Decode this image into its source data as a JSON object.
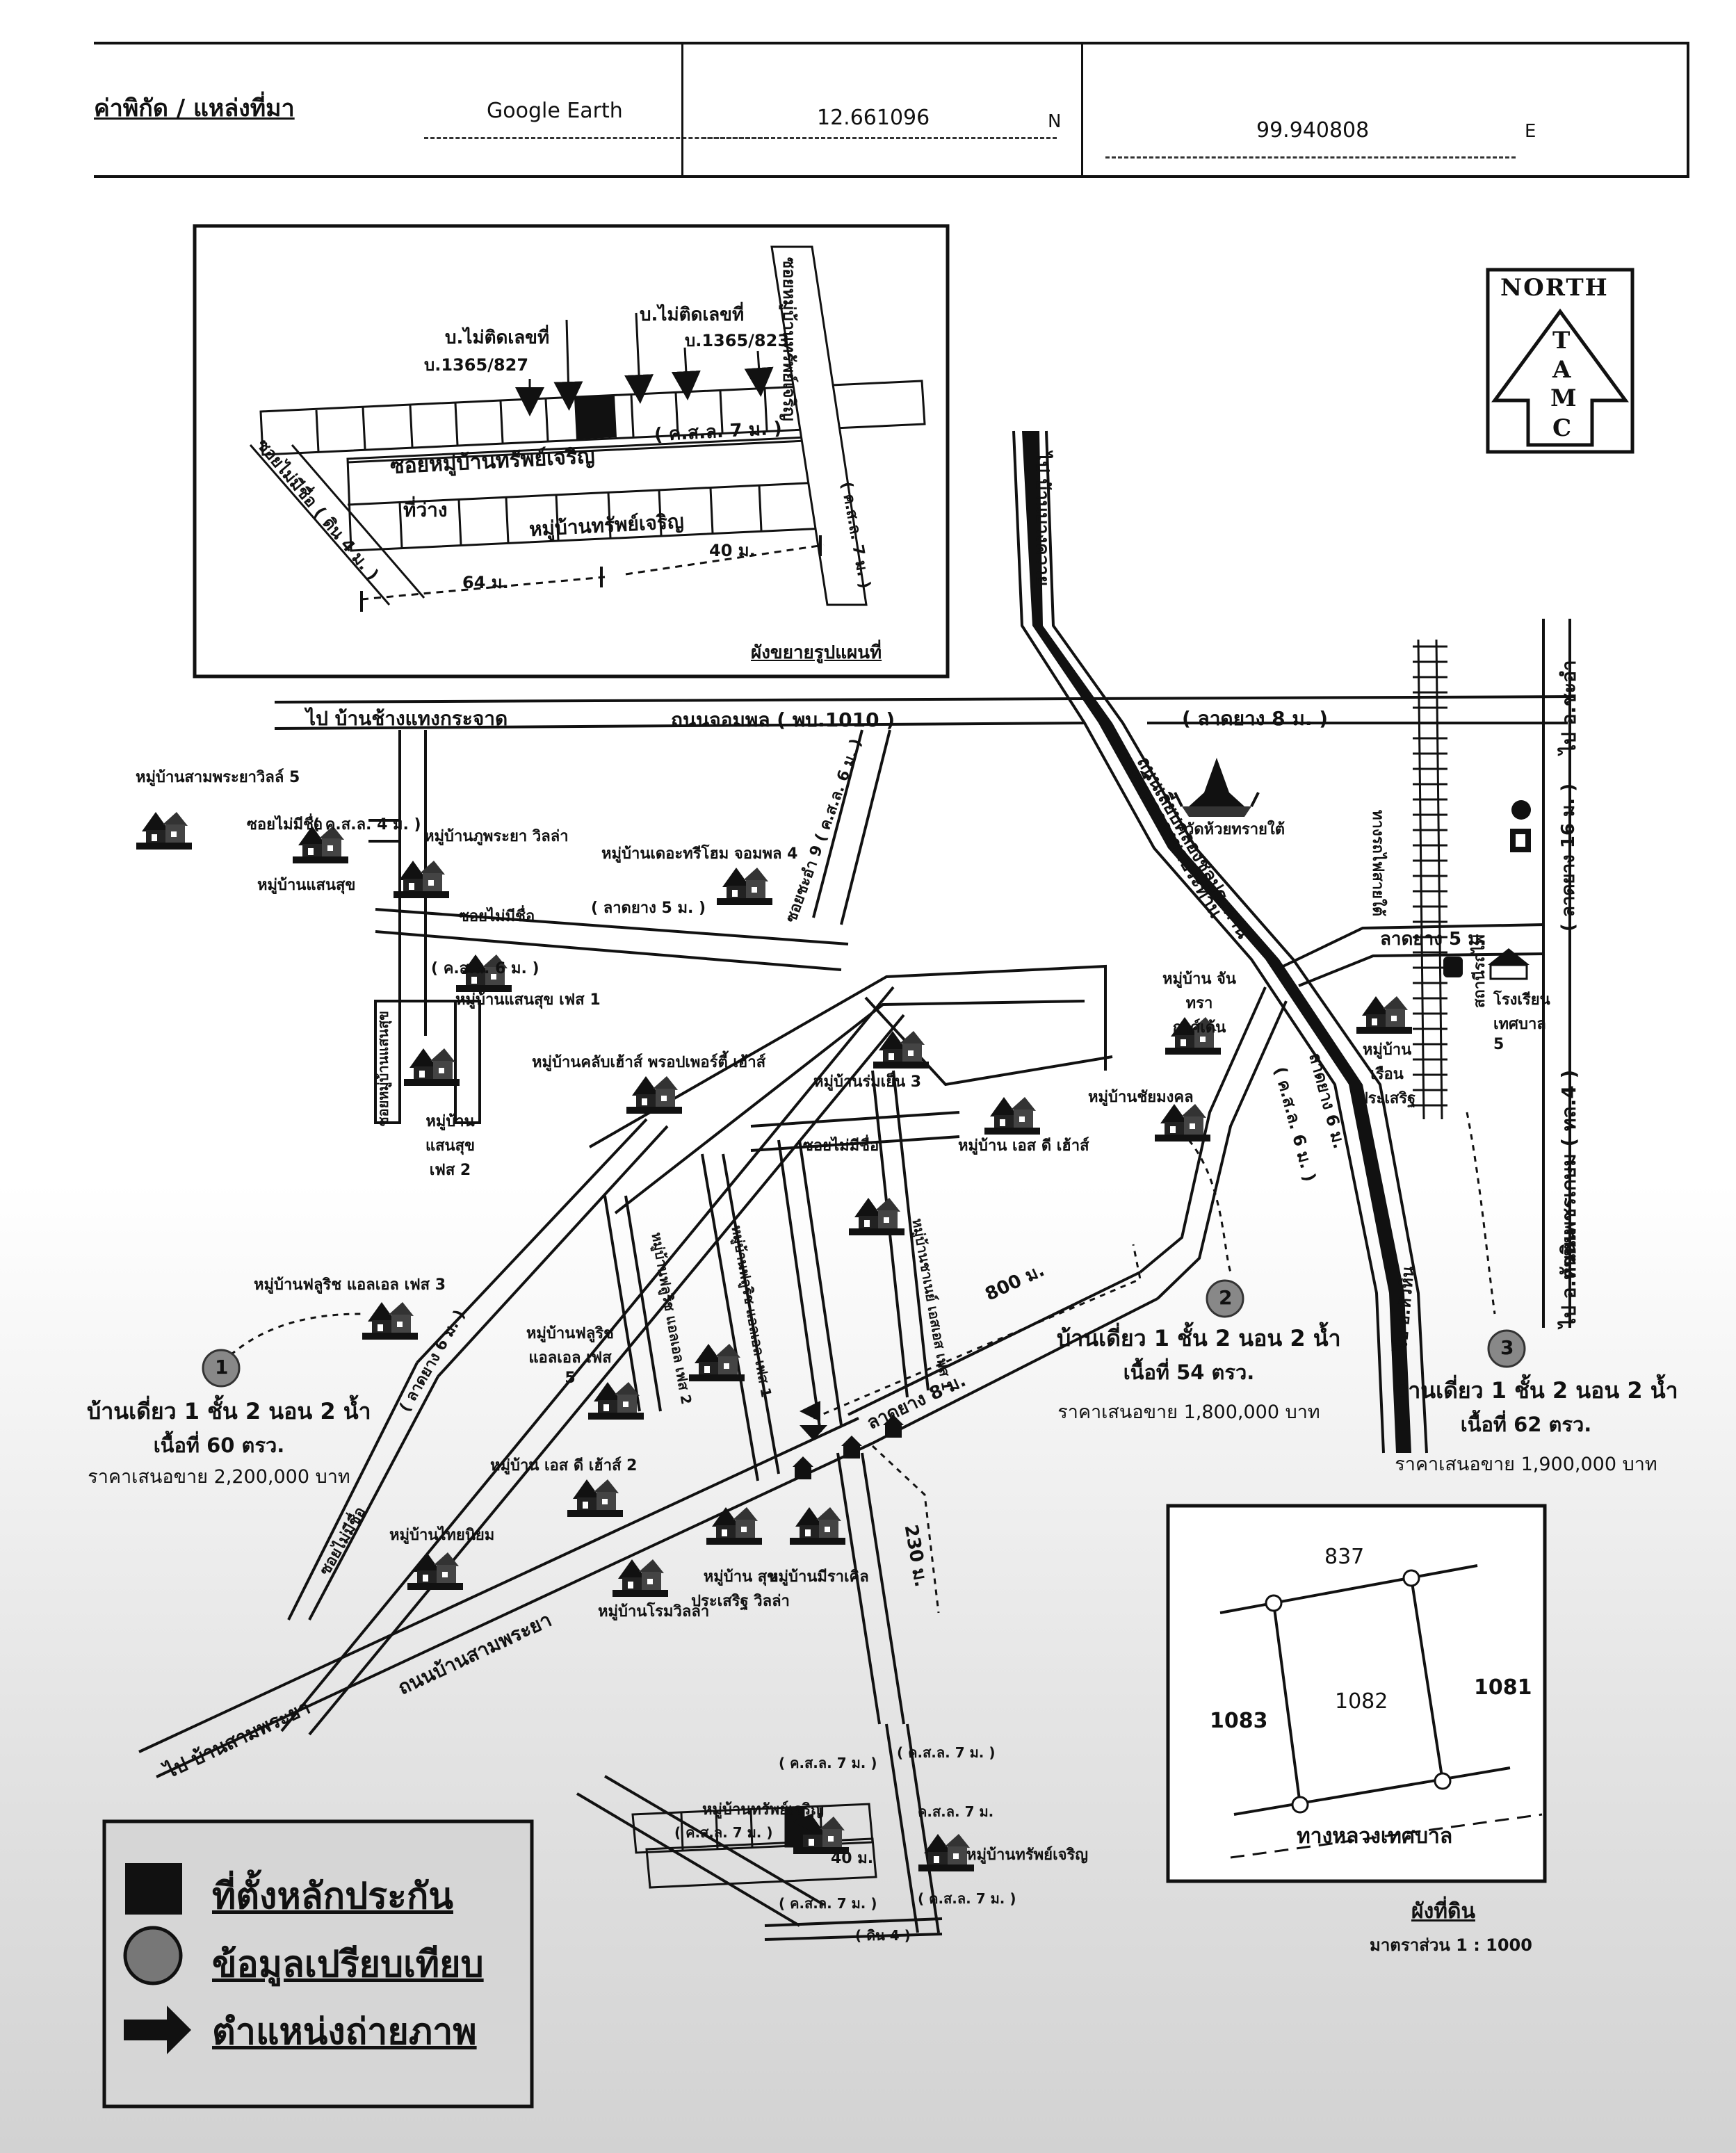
{
  "header": {
    "label": "ค่าพิกัด / แหล่งที่มา",
    "source": "Google Earth",
    "latitude": "12.661096",
    "lat_dir": "N",
    "longitude": "99.940808",
    "lon_dir": "E"
  },
  "north_arrow": {
    "word": "NORTH",
    "letters": [
      "T",
      "A",
      "M",
      "C"
    ]
  },
  "inset": {
    "caption": "ผังขยายรูปแผนที่",
    "no_house_no_1": "บ.ไม่ติดเลขที่",
    "no_house_no_2": "บ.ไม่ติดเลขที่",
    "house_827": "บ.1365/827",
    "house_823": "บ.1365/823",
    "soi_main": "ซอยหมู่บ้านทรัพย์เจริญ",
    "soi_main_width": "( ค.ส.ล. 7 ม. )",
    "side_road_right": "ซอยหมู่บ้านทรัพย์เจริญ",
    "side_road_right_width": "( ค.ส.ล. 7 ม. )",
    "side_road_left": "ซอยไม่มีชื่อ ( ดิน 4 ม. )",
    "empty_lot": "ที่ว่าง",
    "village": "หมู่บ้านทรัพย์เจริญ",
    "dist_1": "64 ม.",
    "dist_2": "40 ม."
  },
  "main_map": {
    "road_top_left": "ไป บ้านช้างแทงกระจาด",
    "road_top_name": "ถนนจอมพล ( พบ.1010 )",
    "road_top_width": "( ลาดยาง 8 ม. )",
    "road_top_right": "ไป อ.ชะอำ",
    "road_highway_name": "ถนนเพชรเกษม ( ทล.4 )",
    "road_highway_width": "( ลาดยาง 16 ม. )",
    "road_highway_bottom": "ไป อ.หัวหิน",
    "canal_top": "ไป บ้านบางควาย",
    "canal_name_1": "ถนนเลียบคลองชลประทาน",
    "canal_name_2": "ถนนเลียบคลองชลประทาน",
    "canal_width": "( ค.ส.ล. 6 ม. )",
    "canal_width_2": "ลาดยาง 6 ม.",
    "canal_bottom": "ไป อ.หัวหิน",
    "railway": "ทางรถไฟสายใต้",
    "station": "สถานีรถไฟ",
    "school": "โรงเรียนเทศบาล 5",
    "temple": "วัดห้วยทรายใต้",
    "road_small": "ลาดยาง 5 ม.",
    "road_diag_name": "ถนนบ้านสามพระยา",
    "road_diag_left": "ไป บ้านสามพระยา",
    "road_diag_width": "ลาดยาง 8 ม.",
    "dist_800": "800 ม.",
    "dist_230": "230 ม.",
    "soi_unnamed": "ซอยไม่มีชื่อ",
    "soi_unnamed_width_4": "( ค.ส.ล. 4 ม. )",
    "soi_unnamed_width_5": "( ลาดยาง 5 ม. )",
    "soi_width_6": "( ค.ส.ล. 6 ม. )",
    "soi_width_lad_6": "( ลาดยาง 6 ม. )",
    "soi_9": "ซอยชะอำ 9 ( ค.ส.ล. 6 ม. )",
    "soi_saensuk": "ซอยหมู่บ้านแสนสุข",
    "village_labels": [
      "หมู่บ้านสามพระยาวิลล์ 5",
      "หมู่บ้านภูพระยา วิลล่า",
      "หมู่บ้านแสนสุข",
      "หมู่บ้านเดอะทรีโฮม จอมพล 4",
      "หมู่บ้านแสนสุข เฟส 1",
      "หมู่บ้าน แสนสุข เฟส 2",
      "หมู่บ้านคลับเฮ้าส์ พรอปเพอร์ตี้ เฮ้าส์",
      "หมู่บ้านร่มเย็น 3",
      "หมู่บ้าน เอส ดี เฮ้าส์",
      "หมู่บ้าน จันทรากาศ์เด้น",
      "หมู่บ้านชัยมงคล",
      "หมู่บ้าน เรือนประเสริฐ",
      "หมู่บ้านฟลูริช แอลเอล เฟส 3",
      "หมู่บ้านฟลูริช แอลเอล เฟส 5",
      "หมู่บ้าน เอส ดี เฮ้าส์ 2",
      "หมู่บ้านไทยนิยม",
      "หมู่บ้าน สุขประเสริฐ วิลล่า",
      "หมู่บ้านมีราเคิล",
      "หมู่บ้านโรมวิลล่า",
      "หมู่บ้านทรัพย์เจริญ",
      "หมู่บ้านทรัพย์เจริญ",
      "หมู่บ้านฟลูริช แอลเอล เฟส 2",
      "หมู่บ้านฟลูริช แอลเอล เฟส 1",
      "หมู่บ้านชาเนย์ เอสเอส เฟส 1"
    ],
    "bottom_labels": {
      "r1": "( ค.ส.ล. 7 ม. )",
      "r2": "( ค.ส.ล. 7 ม. )",
      "r3": "ค.ส.ล. 7 ม.",
      "r4": "( ค.ส.ล. 7 ม. )",
      "r5": "( ค.ส.ล. 7 ม. )",
      "r6": "( ค.ส.ล. 7 ม. )",
      "r7": "( ดิน 4 )",
      "d40": "40 ม."
    }
  },
  "comparables": [
    {
      "id": "1",
      "line1": "บ้านเดี่ยว 1 ชั้น 2 นอน 2 น้ำ",
      "line2": "เนื้อที่ 60 ตรว.",
      "line3": "ราคาเสนอขาย 2,200,000 บาท"
    },
    {
      "id": "2",
      "line1": "บ้านเดี่ยว 1 ชั้น 2 นอน 2 น้ำ",
      "line2": "เนื้อที่ 54 ตรว.",
      "line3": "ราคาเสนอขาย 1,800,000 บาท"
    },
    {
      "id": "3",
      "line1": "บ้านเดี่ยว 1 ชั้น 2 นอน 2 น้ำ",
      "line2": "เนื้อที่ 62 ตรว.",
      "line3": "ราคาเสนอขาย 1,900,000 บาท"
    }
  ],
  "parcel": {
    "top": "837",
    "center": "1082",
    "left": "1083",
    "right": "1081",
    "road": "ทางหลวงเทศบาล",
    "caption": "ผังที่ดิน",
    "scale": "มาตราส่วน 1 : 1000"
  },
  "legend": {
    "collateral": "ที่ตั้งหลักประกัน",
    "comparison": "ข้อมูลเปรียบเทียบ",
    "photo": "ตำแหน่งถ่ายภาพ"
  }
}
